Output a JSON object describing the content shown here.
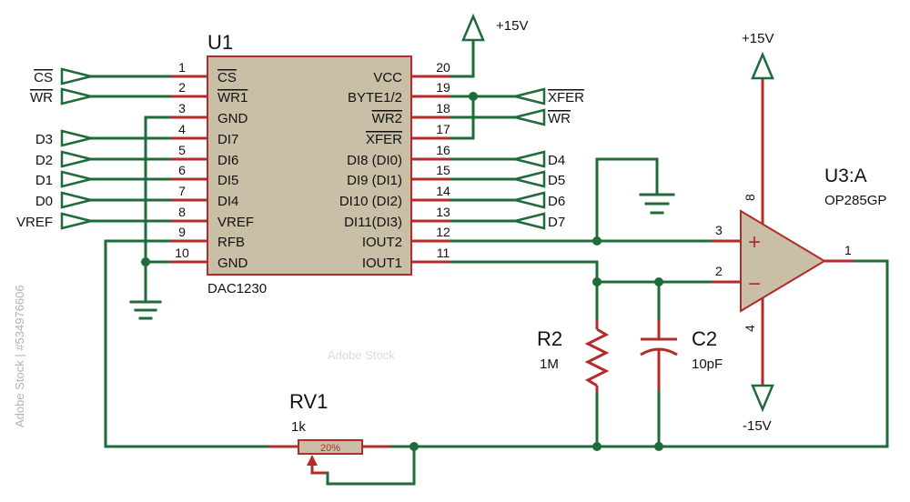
{
  "u1": {
    "ref": "U1",
    "part": "DAC1230",
    "left_pins": [
      {
        "num": "1",
        "name": "CS"
      },
      {
        "num": "2",
        "name": "WR1"
      },
      {
        "num": "3",
        "name": "GND"
      },
      {
        "num": "4",
        "name": "DI7"
      },
      {
        "num": "5",
        "name": "DI6"
      },
      {
        "num": "6",
        "name": "DI5"
      },
      {
        "num": "7",
        "name": "DI4"
      },
      {
        "num": "8",
        "name": "VREF"
      },
      {
        "num": "9",
        "name": "RFB"
      },
      {
        "num": "10",
        "name": "GND"
      }
    ],
    "right_pins": [
      {
        "num": "20",
        "name": "VCC"
      },
      {
        "num": "19",
        "name": "BYTE1/2"
      },
      {
        "num": "18",
        "name": "WR2"
      },
      {
        "num": "17",
        "name": "XFER"
      },
      {
        "num": "16",
        "name": "DI8 (DI0)"
      },
      {
        "num": "15",
        "name": "DI9 (DI1)"
      },
      {
        "num": "14",
        "name": "DI10 (DI2)"
      },
      {
        "num": "13",
        "name": "DI11(DI3)"
      },
      {
        "num": "12",
        "name": "IOUT2"
      },
      {
        "num": "11",
        "name": "IOUT1"
      }
    ]
  },
  "left_ports": [
    "CS",
    "WR",
    "D3",
    "D2",
    "D1",
    "D0",
    "VREF"
  ],
  "right_ports": [
    "XFER",
    "WR",
    "D4",
    "D5",
    "D6",
    "D7"
  ],
  "u1_supply": "+15V",
  "u3": {
    "ref": "U3:A",
    "part": "OP285GP",
    "pin_noninv": "3",
    "pin_inv": "2",
    "pin_out": "1",
    "pin_vp": "8",
    "pin_vn": "4",
    "plus_sign": "+",
    "minus_sign": "−",
    "vp_label": "+15V",
    "vn_label": "-15V"
  },
  "r2": {
    "ref": "R2",
    "value": "1M"
  },
  "c2": {
    "ref": "C2",
    "value": "10pF"
  },
  "rv1": {
    "ref": "RV1",
    "value": "1k",
    "setting": "20%"
  },
  "watermark": {
    "side": "Adobe Stock | #534976606",
    "tile": "Adobe Stock"
  },
  "colors": {
    "wire": "#1f6b3a",
    "pin": "#b32b2b",
    "chip_fill": "#c8bfa6",
    "chip_stroke": "#b32b2b"
  }
}
